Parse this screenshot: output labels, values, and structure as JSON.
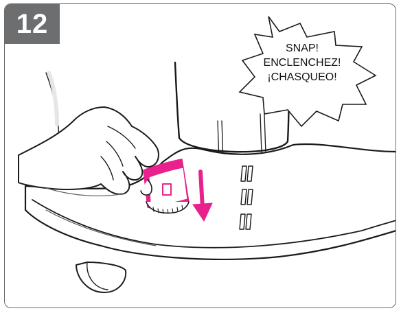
{
  "step": {
    "number": "12"
  },
  "sound_burst": {
    "lines": [
      "SNAP!",
      "ENCLENCHEZ!",
      "¡CHASQUEO!"
    ]
  },
  "colors": {
    "badge": "#6d6e70",
    "accent": "#e8218c",
    "line": "#1a1a1a"
  },
  "icons": {
    "arrow": "down-arrow-icon"
  }
}
